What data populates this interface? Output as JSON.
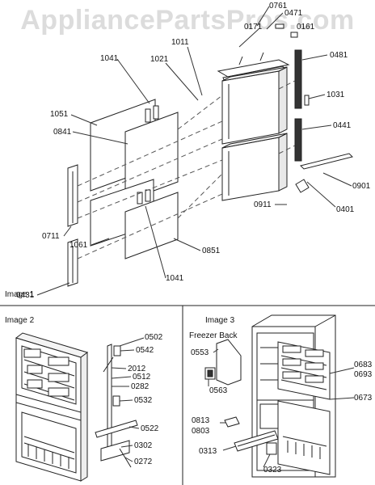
{
  "watermark": "AppliancePartsPros.com",
  "panels": {
    "image1": "Image 1",
    "image2": "Image 2",
    "image3": "Image 3",
    "freezer_back": "Freezer Back"
  },
  "labels1": {
    "p0761": "0761",
    "p0471": "0471",
    "p0171": "0171",
    "p0161": "0161",
    "p1011": "1011",
    "p1021": "1021",
    "p1041a": "1041",
    "p0481": "0481",
    "p1051": "1051",
    "p0841": "0841",
    "p1031": "1031",
    "p0441": "0441",
    "p0901": "0901",
    "p0911": "0911",
    "p0401": "0401",
    "p0711": "0711",
    "p1061": "1061",
    "p0851": "0851",
    "p1041b": "1041",
    "p0431": "0431"
  },
  "labels2": {
    "p0502": "0502",
    "p0542": "0542",
    "p2012": "2012",
    "p0512": "0512",
    "p0282": "0282",
    "p0532": "0532",
    "p0522": "0522",
    "p0302": "0302",
    "p0272": "0272"
  },
  "labels3": {
    "p0553": "0553",
    "p0563": "0563",
    "p0683": "0683",
    "p0693": "0693",
    "p0673": "0673",
    "p0813": "0813",
    "p0803": "0803",
    "p0313": "0313",
    "p0323": "0323"
  }
}
